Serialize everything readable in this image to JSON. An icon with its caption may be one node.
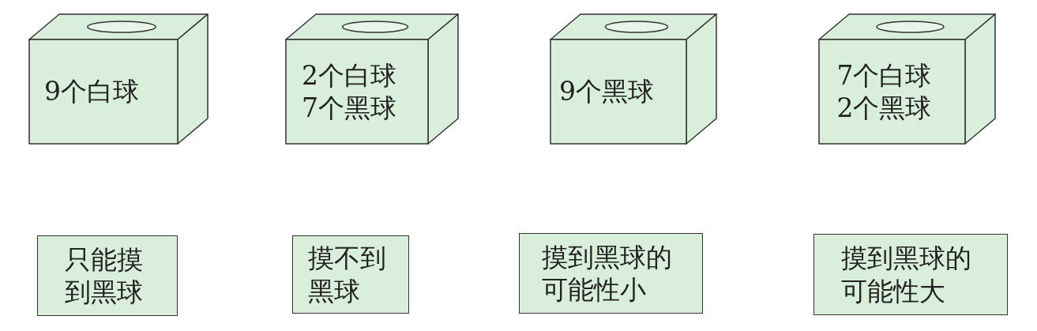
{
  "diagram": {
    "nodes": [
      {
        "text": [
          "9个白球"
        ]
      },
      {
        "text": [
          "2个白球7个黑球"
        ]
      },
      {
        "text": [
          "9个黑球"
        ]
      },
      {
        "text": [
          "7个白球2个黑球"
        ]
      },
      {
        "text": [
          "只能摸到黑球"
        ]
      },
      {
        "text": [
          "摸不到黑球"
        ]
      },
      {
        "text": [
          "摸到黑球的可能性小"
        ]
      },
      {
        "text": [
          "摸到黑球的可能性大"
        ]
      }
    ]
  }
}
